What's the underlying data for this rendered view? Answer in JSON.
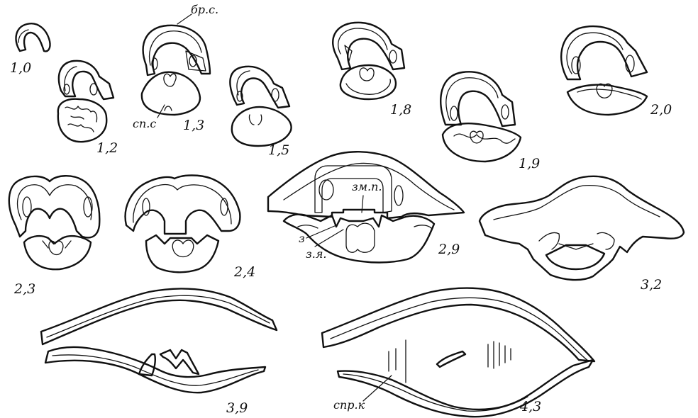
{
  "diagram": {
    "section_labels": {
      "s10": "1,0",
      "s12": "1,2",
      "s13": "1,3",
      "s15": "1,5",
      "s18": "1,8",
      "s19": "1,9",
      "s20": "2,0",
      "s23": "2,3",
      "s24": "2,4",
      "s29": "2,9",
      "s32": "3,2",
      "s39": "3,9",
      "s43": "4,3"
    },
    "annotations": {
      "br_s": "бр.с.",
      "sp_s": "сп.с",
      "zm_p": "зм.п.",
      "z": "з",
      "z_ya": "з.я.",
      "spr_k": "спр.к"
    }
  }
}
